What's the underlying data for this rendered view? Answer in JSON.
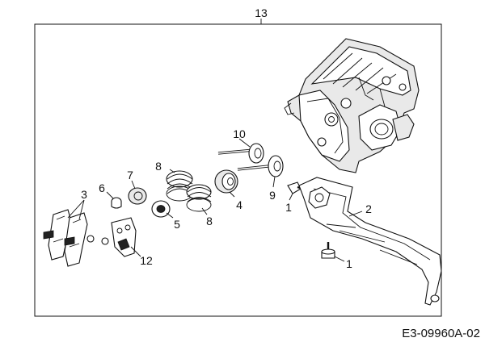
{
  "diagram": {
    "assembly_number": "13",
    "callouts": {
      "valve_upper": "10",
      "valve_lower": "9",
      "retainer_right": "4",
      "screw_upper": "1",
      "screw_lower": "1",
      "cover_plate": "2",
      "springs_upper": "8",
      "springs_lower": "8",
      "retainer_left": "7",
      "cap": "6",
      "seat": "5",
      "rocker_arms": "3",
      "guide_plate": "12"
    },
    "figure_code": "E3-09960A-02"
  }
}
